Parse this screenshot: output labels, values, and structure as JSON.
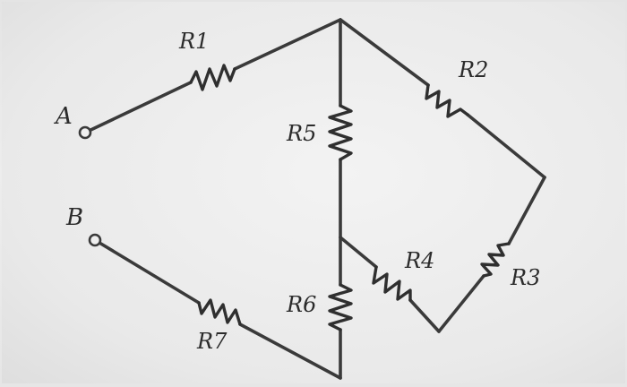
{
  "terminals": {
    "a": "A",
    "b": "B"
  },
  "resistors": {
    "r1": "R1",
    "r2": "R2",
    "r3": "R3",
    "r4": "R4",
    "r5": "R5",
    "r6": "R6",
    "r7": "R7"
  }
}
